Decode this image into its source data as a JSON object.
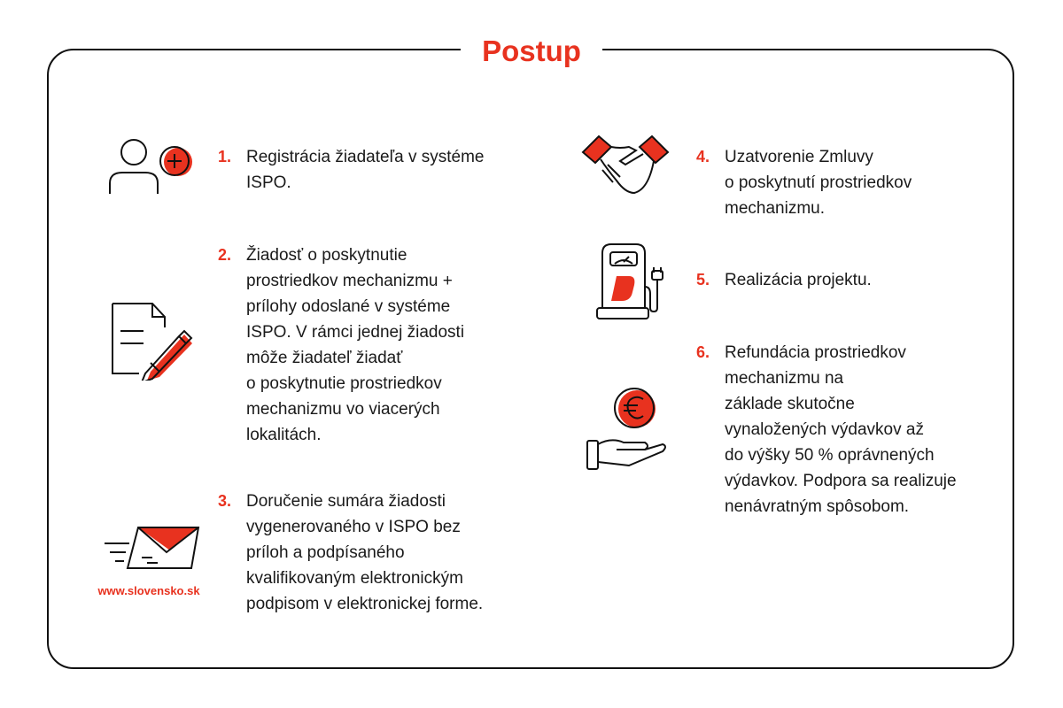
{
  "title": "Postup",
  "accent_color": "#e8321f",
  "steps": [
    {
      "number": "1.",
      "icon": "user-add-icon",
      "lines": [
        "Registrácia žiadateľa v systéme",
        "ISPO."
      ]
    },
    {
      "number": "2.",
      "icon": "document-pen-icon",
      "lines": [
        "Žiadosť o poskytnutie",
        "prostriedkov mechanizmu +",
        "prílohy odoslané v systéme",
        "ISPO. V rámci jednej žiadosti",
        "môže žiadateľ žiadať",
        "o poskytnutie prostriedkov",
        "mechanizmu vo viacerých",
        "lokalitách."
      ]
    },
    {
      "number": "3.",
      "icon": "envelope-send-icon",
      "lines": [
        "Doručenie sumára žiadosti",
        "vygenerovaného v ISPO bez",
        "príloh a podpísaného",
        "kvalifikovaným elektronickým",
        "podpisom v elektronickej forme."
      ]
    },
    {
      "number": "4.",
      "icon": "handshake-icon",
      "lines": [
        "Uzatvorenie Zmluvy",
        "o poskytnutí prostriedkov",
        "mechanizmu."
      ]
    },
    {
      "number": "5.",
      "icon": "charging-station-icon",
      "lines": [
        "Realizácia projektu."
      ]
    },
    {
      "number": "6.",
      "icon": "euro-hand-icon",
      "lines": [
        "Refundácia prostriedkov",
        "mechanizmu na",
        "základe skutočne",
        "vynaložených výdavkov až",
        "do výšky 50 % oprávnených",
        "výdavkov. Podpora sa realizuje",
        "nenávratným spôsobom."
      ]
    }
  ],
  "envelope_link": "www.slovensko.sk"
}
